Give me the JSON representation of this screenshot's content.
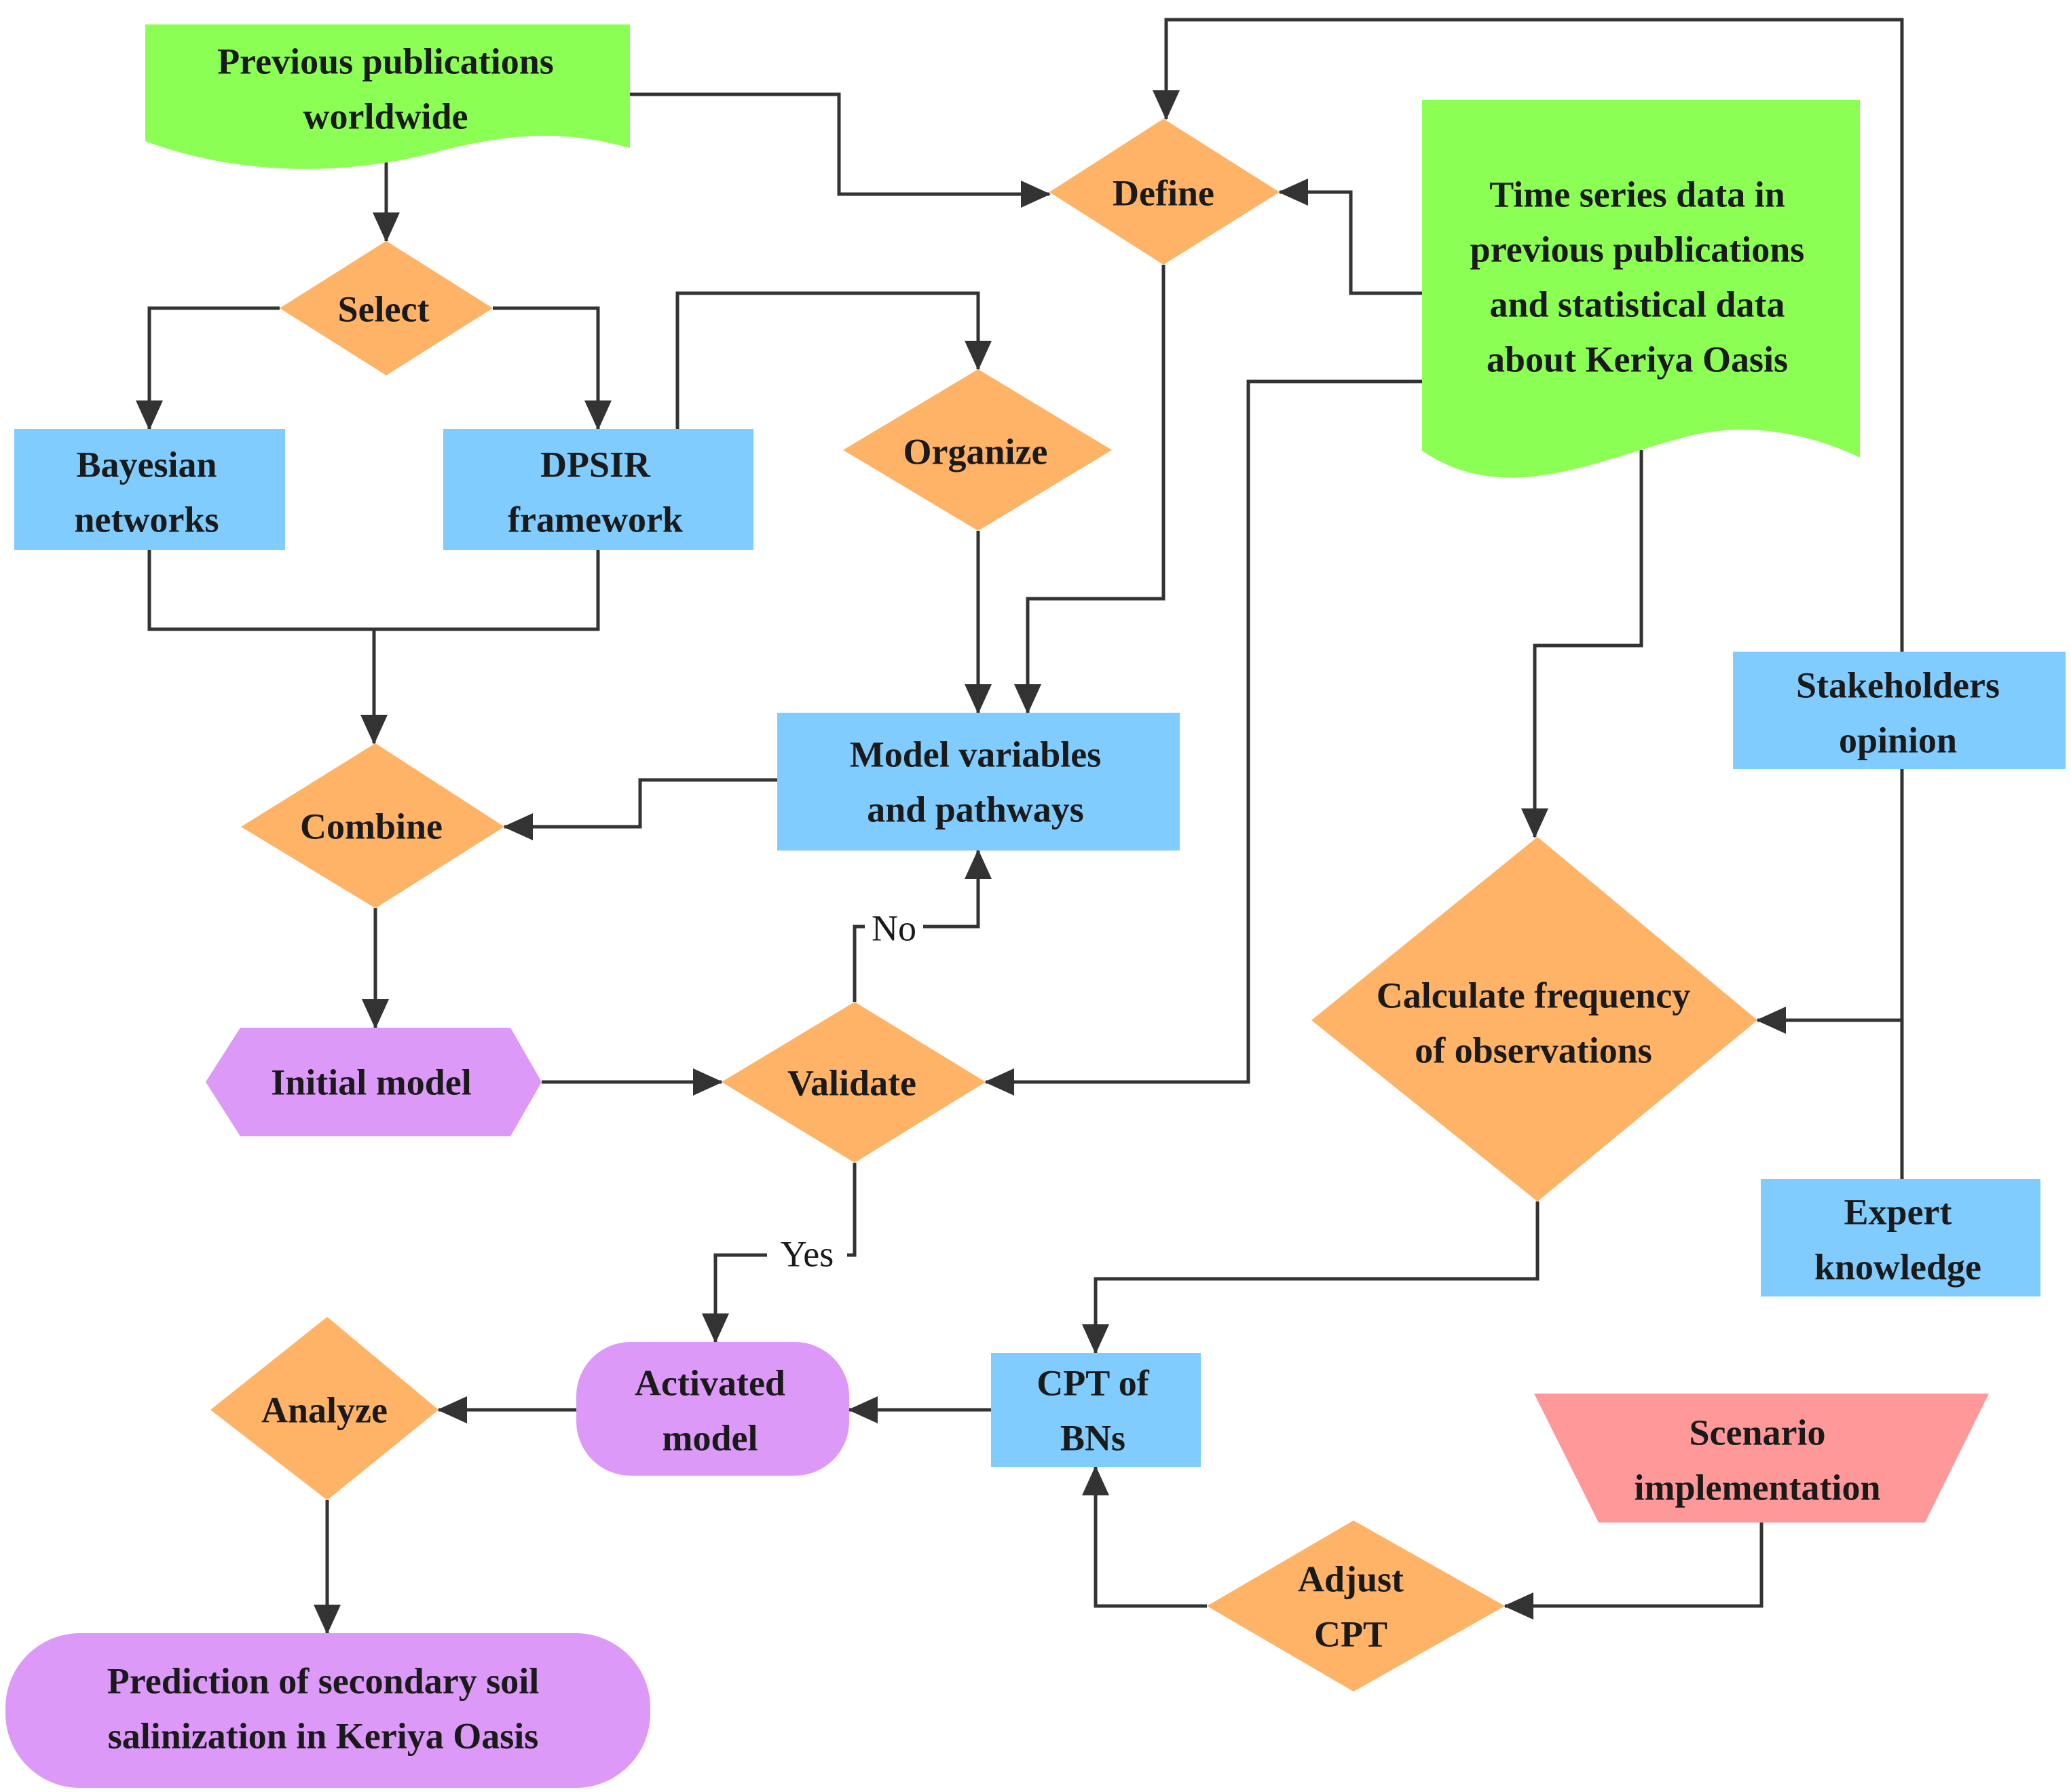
{
  "colors": {
    "document": "#8cff55",
    "decision": "#ffb366",
    "process": "#80ccff",
    "outcome": "#dc99f8",
    "scenario": "#ff9999",
    "connector": "#333333"
  },
  "nodes": {
    "previous_publications": [
      "Previous publications",
      "worldwide"
    ],
    "define": [
      "Define"
    ],
    "time_series": [
      "Time series data in",
      "previous publications",
      "and statistical data",
      "about Keriya Oasis"
    ],
    "select": [
      "Select"
    ],
    "bayesian": [
      "Bayesian",
      "networks"
    ],
    "dpsir": [
      "DPSIR",
      "framework"
    ],
    "organize": [
      "Organize"
    ],
    "stakeholders": [
      "Stakeholders",
      "opinion"
    ],
    "model_variables": [
      "Model variables",
      "and pathways"
    ],
    "combine": [
      "Combine"
    ],
    "calculate": [
      "Calculate frequency",
      "of observations"
    ],
    "initial_model": [
      "Initial model"
    ],
    "validate": [
      "Validate"
    ],
    "expert": [
      "Expert",
      "knowledge"
    ],
    "activated_model": [
      "Activated",
      "model"
    ],
    "analyze": [
      "Analyze"
    ],
    "cpt_bns": [
      "CPT of",
      "BNs"
    ],
    "scenario": [
      "Scenario",
      "implementation"
    ],
    "adjust_cpt": [
      "Adjust",
      "CPT"
    ],
    "prediction": [
      "Prediction of secondary soil",
      "salinization in Keriya Oasis"
    ]
  },
  "edge_labels": {
    "no": "No",
    "yes": "Yes"
  }
}
